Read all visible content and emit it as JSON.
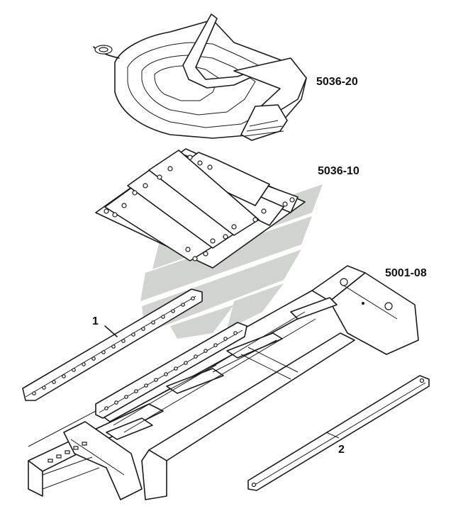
{
  "callouts": {
    "fifth_wheel": "5036-20",
    "mounting_plate": "5036-10",
    "frame": "5001-08",
    "part_1": "1",
    "part_2": "2"
  },
  "colors": {
    "line": "#1a1a1a",
    "watermark": "#c9ccca",
    "background": "#ffffff"
  }
}
